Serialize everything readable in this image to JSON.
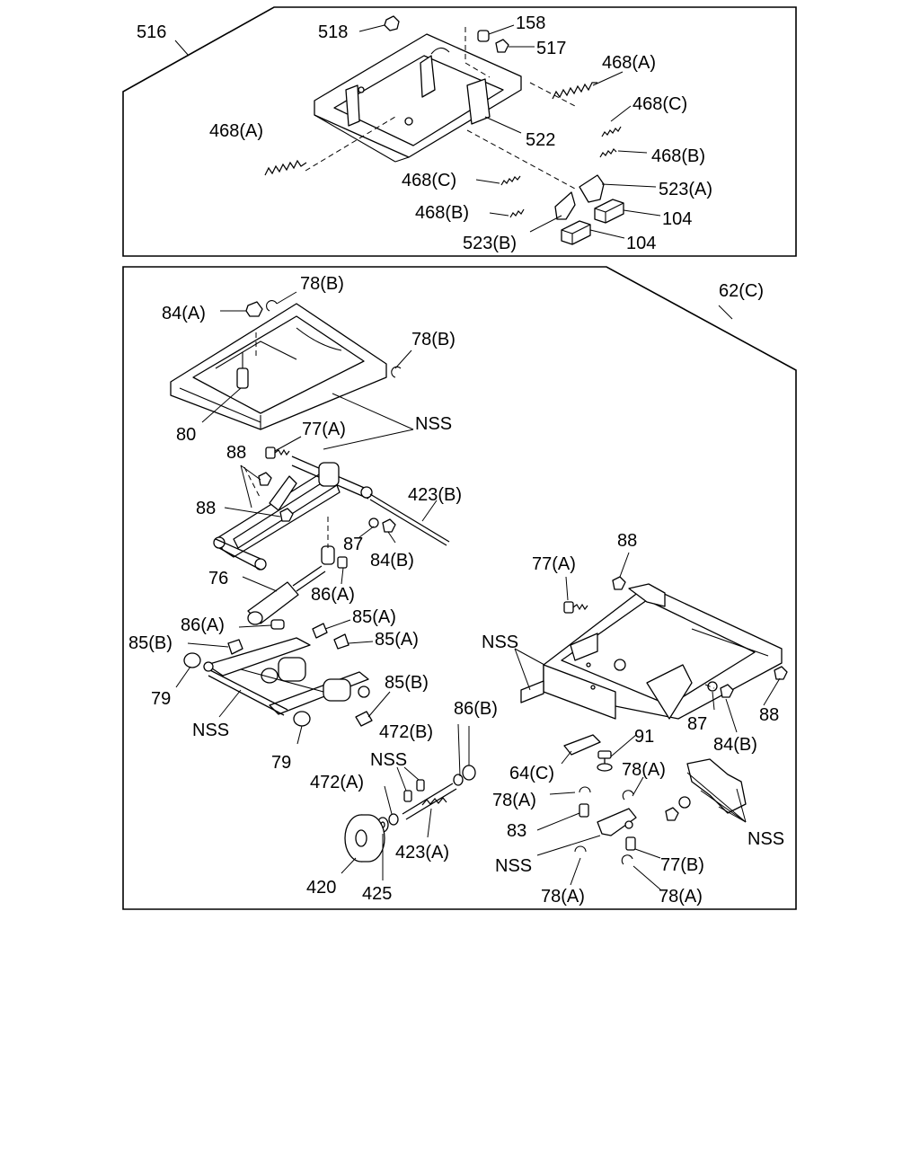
{
  "top_panel": {
    "labels": {
      "p516": "516",
      "p518": "518",
      "p158": "158",
      "p517": "517",
      "p468a_right": "468(A)",
      "p468c_right": "468(C)",
      "p468a_left": "468(A)",
      "p522": "522",
      "p468b_right": "468(B)",
      "p468c_mid": "468(C)",
      "p523a": "523(A)",
      "p468b_mid": "468(B)",
      "p104_top": "104",
      "p523b": "523(B)",
      "p104_bottom": "104"
    }
  },
  "bottom_panel": {
    "labels": {
      "p78b_top": "78(B)",
      "p84a": "84(A)",
      "p62c": "62(C)",
      "p78b_right": "78(B)",
      "p80": "80",
      "nss_top": "NSS",
      "p77a_upper": "77(A)",
      "p88_left_top": "88",
      "p423b": "423(B)",
      "p88_left_mid": "88",
      "p87_left": "87",
      "p84b_left": "84(B)",
      "p76": "76",
      "p86a_upper": "86(A)",
      "p88_right_top": "88",
      "p77a_right": "77(A)",
      "p86a_lower": "86(A)",
      "p85a_upper": "85(A)",
      "p85b_left": "85(B)",
      "p85a_lower": "85(A)",
      "nss_mid": "NSS",
      "p79_upper": "79",
      "p85b_right": "85(B)",
      "nss_lower_left": "NSS",
      "p472b": "472(B)",
      "p86b": "86(B)",
      "p87_right": "87",
      "p88_right_bottom": "88",
      "p84b_right": "84(B)",
      "p79_lower": "79",
      "p91": "91",
      "nss_small": "NSS",
      "p64c": "64(C)",
      "p78a_top_right": "78(A)",
      "p472a": "472(A)",
      "p78a_left": "78(A)",
      "p83": "83",
      "nss_bottom_right": "NSS",
      "p423a": "423(A)",
      "nss_bottom_mid": "NSS",
      "p77b": "77(B)",
      "p420": "420",
      "p425": "425",
      "p78a_bottom_mid": "78(A)",
      "p78a_bottom_right": "78(A)"
    }
  }
}
